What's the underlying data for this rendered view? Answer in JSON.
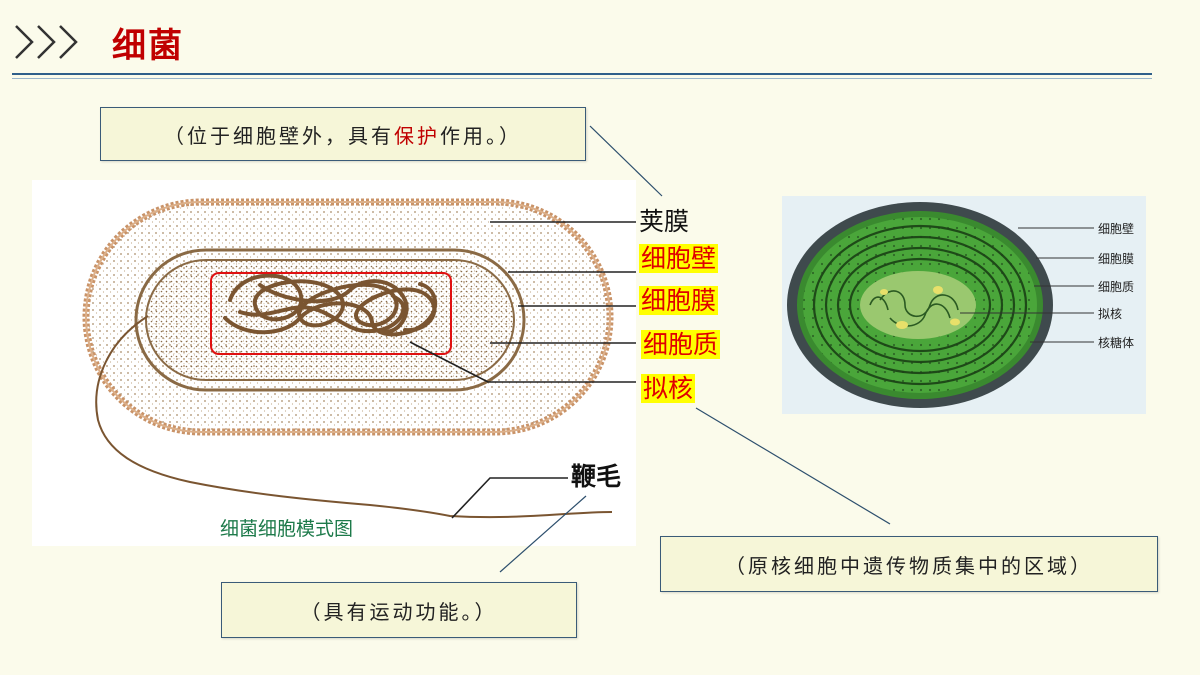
{
  "header": {
    "title": "细菌",
    "chevron_icon": "triple-chevron-right-icon"
  },
  "notes": {
    "capsule": {
      "prefix": "（位于细胞壁外，具有",
      "emphasis": "保护",
      "suffix": "作用。）"
    },
    "nucleoid": "（原核细胞中遗传物质集中的区域）",
    "flagellum": "（具有运动功能。）"
  },
  "left_diagram": {
    "caption": "细菌细胞模式图",
    "labels": {
      "capsule": "荚膜",
      "cell_wall": "细胞壁",
      "cell_membrane": "细胞膜",
      "cytoplasm": "细胞质",
      "nucleoid": "拟核",
      "flagellum": "鞭毛"
    }
  },
  "right_diagram": {
    "labels": [
      "细胞壁",
      "细胞膜",
      "细胞质",
      "拟核",
      "核糖体"
    ]
  },
  "colors": {
    "title": "#c00000",
    "highlight_bg": "#ffff00",
    "highlight_text": "#e00000",
    "caption": "#1d7a4a",
    "rule": "#2f5f8a"
  }
}
